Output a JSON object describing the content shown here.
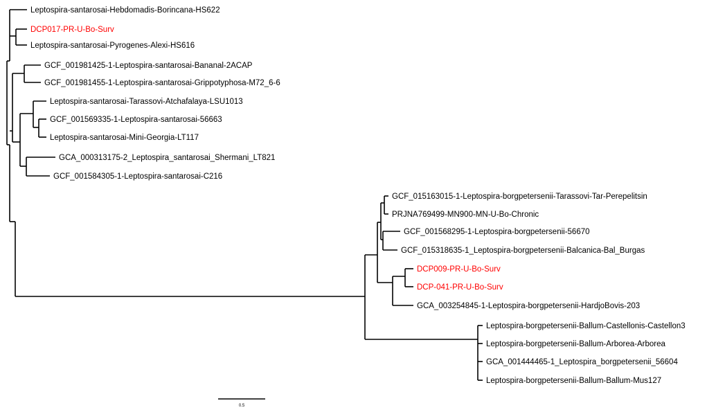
{
  "tree": {
    "accent_color": "#ff0000",
    "default_color": "#000000",
    "taxa": [
      {
        "id": "t1",
        "label": "Leptospira-santarosai-Hebdomadis-Borincana-HS622",
        "highlight": false
      },
      {
        "id": "t2",
        "label": "DCP017-PR-U-Bo-Surv",
        "highlight": true
      },
      {
        "id": "t3",
        "label": "Leptospira-santarosai-Pyrogenes-Alexi-HS616",
        "highlight": false
      },
      {
        "id": "t4",
        "label": "GCF_001981425-1-Leptospira-santarosai-Bananal-2ACAP",
        "highlight": false
      },
      {
        "id": "t5",
        "label": "GCF_001981455-1-Leptospira-santarosai-Grippotyphosa-M72_6-6",
        "highlight": false
      },
      {
        "id": "t6",
        "label": "Leptospira-santarosai-Tarassovi-Atchafalaya-LSU1013",
        "highlight": false
      },
      {
        "id": "t7",
        "label": "GCF_001569335-1-Leptospira-santarosai-56663",
        "highlight": false
      },
      {
        "id": "t8",
        "label": "Leptospira-santarosai-Mini-Georgia-LT117",
        "highlight": false
      },
      {
        "id": "t9",
        "label": "GCA_000313175-2_Leptospira_santarosai_Shermani_LT821",
        "highlight": false
      },
      {
        "id": "t10",
        "label": "GCF_001584305-1-Leptospira-santarosai-C216",
        "highlight": false
      },
      {
        "id": "t11",
        "label": "GCF_015163015-1-Leptospira-borgpetersenii-Tarassovi-Tar-Perepelitsin",
        "highlight": false
      },
      {
        "id": "t12",
        "label": "PRJNA769499-MN900-MN-U-Bo-Chronic",
        "highlight": false
      },
      {
        "id": "t13",
        "label": "GCF_001568295-1-Leptospira-borgpetersenii-56670",
        "highlight": false
      },
      {
        "id": "t14",
        "label": "GCF_015318635-1_Leptospira-borgpetersenii-Balcanica-Bal_Burgas",
        "highlight": false
      },
      {
        "id": "t15",
        "label": "DCP009-PR-U-Bo-Surv",
        "highlight": true
      },
      {
        "id": "t16",
        "label": "DCP-041-PR-U-Bo-Surv",
        "highlight": true
      },
      {
        "id": "t17",
        "label": "GCA_003254845-1-Leptospira-borgpetersenii-HardjoBovis-203",
        "highlight": false
      },
      {
        "id": "t18",
        "label": "Leptospira-borgpetersenii-Ballum-Castellonis-Castellon3",
        "highlight": false
      },
      {
        "id": "t19",
        "label": "Leptospira-borgpetersenii-Ballum-Arborea-Arborea",
        "highlight": false
      },
      {
        "id": "t20",
        "label": "GCA_001444465-1_Leptospira_borgpetersenii_56604",
        "highlight": false
      },
      {
        "id": "t21",
        "label": "Leptospira-borgpetersenii-Ballum-Ballum-Mus127",
        "highlight": false
      }
    ],
    "scale_bar": {
      "label": "0.5"
    }
  }
}
